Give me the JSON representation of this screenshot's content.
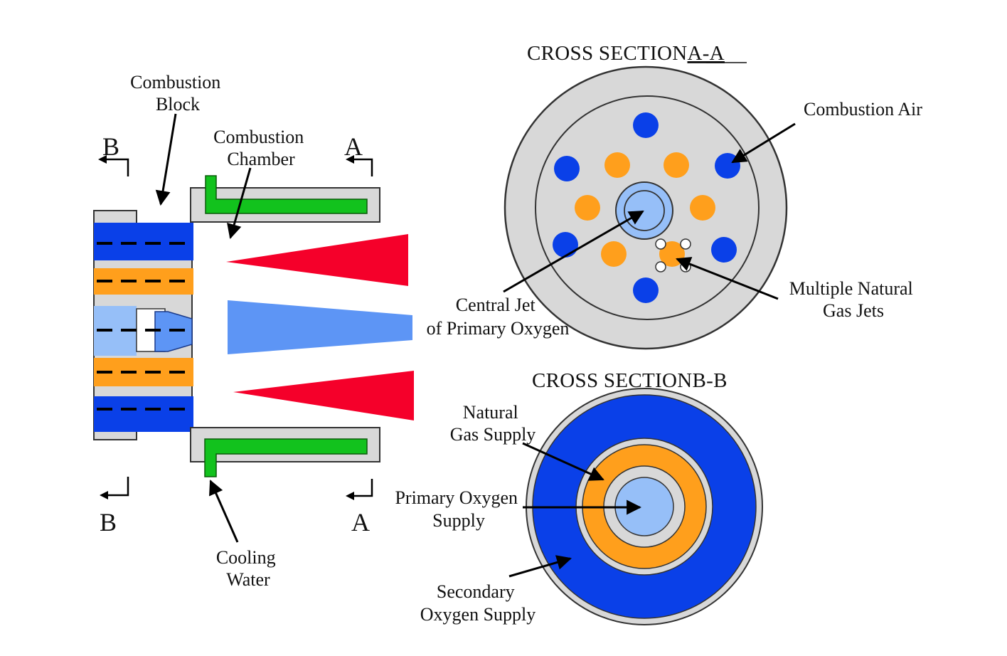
{
  "labels": {
    "combustion_block": [
      "Combustion",
      "Block"
    ],
    "combustion_chamber": [
      "Combustion",
      "Chamber"
    ],
    "cooling_water": [
      "Cooling",
      "Water"
    ],
    "section_b": "B",
    "section_a": "A",
    "cross_section_aa_prefix": "CROSS SECTION",
    "cross_section_aa_suffix": "A-A",
    "cross_section_bb_prefix": "CROSS SECTION",
    "cross_section_bb_suffix": "B-B",
    "combustion_air": "Combustion Air",
    "multiple_gas_jets": [
      "Multiple Natural",
      "Gas Jets"
    ],
    "central_jet": [
      "Central Jet",
      "of Primary Oxygen"
    ],
    "natural_gas_supply": [
      "Natural",
      "Gas Supply"
    ],
    "primary_oxygen_supply": [
      "Primary Oxygen",
      "Supply"
    ],
    "secondary_oxygen_supply": [
      "Secondary",
      "Oxygen Supply"
    ]
  },
  "colors": {
    "natural_gas": "#ff9f1c",
    "combustion_air": "#0a40e8",
    "primary_oxygen": "#96bff8",
    "cooling_water": "#12c21d",
    "flame": "#f5002a",
    "oxygen_jet": "#5d95f5",
    "housing": "#d8d8d8"
  }
}
